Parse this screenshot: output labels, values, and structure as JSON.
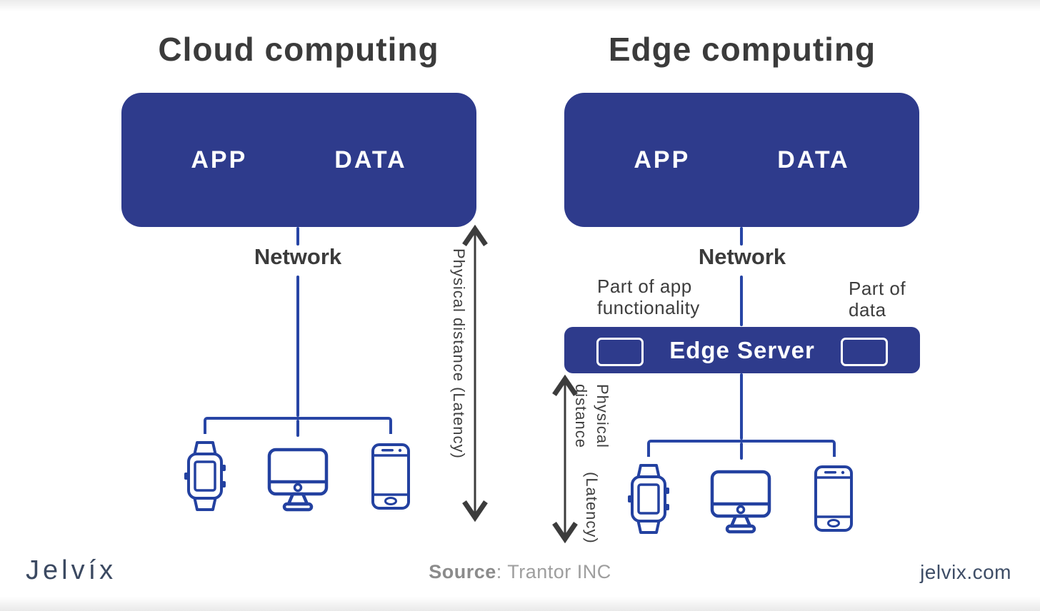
{
  "colors": {
    "box_blue": "#2e3b8c",
    "line_blue": "#2745a5",
    "title_gray": "#3b3b3b",
    "label_gray": "#3d3d3d",
    "arrow_gray": "#3c3c3c",
    "source_gray": "#9e9e9e",
    "brand_navy": "#3b4961",
    "white": "#ffffff"
  },
  "cloud_panel": {
    "title": "Cloud computing",
    "app_label": "APP",
    "data_label": "DATA",
    "network_label": "Network",
    "latency_label": "Physical distance (Latency)",
    "devices": [
      "smartwatch",
      "desktop-computer",
      "smartphone"
    ]
  },
  "edge_panel": {
    "title": "Edge computing",
    "app_label": "APP",
    "data_label": "DATA",
    "network_label": "Network",
    "part_of_app": {
      "line1": "Part of app",
      "line2": "functionality"
    },
    "part_of_data": {
      "line1": "Part of",
      "line2": "data"
    },
    "edge_server_label": "Edge Server",
    "latency": {
      "line1": "Physical distance",
      "line2": "(Latency)"
    },
    "devices": [
      "smartwatch",
      "desktop-computer",
      "smartphone"
    ]
  },
  "footer": {
    "brand": "Jelvíx",
    "source_label": "Source",
    "source_rest": ": Trantor INC",
    "website": "jelvix.com"
  }
}
